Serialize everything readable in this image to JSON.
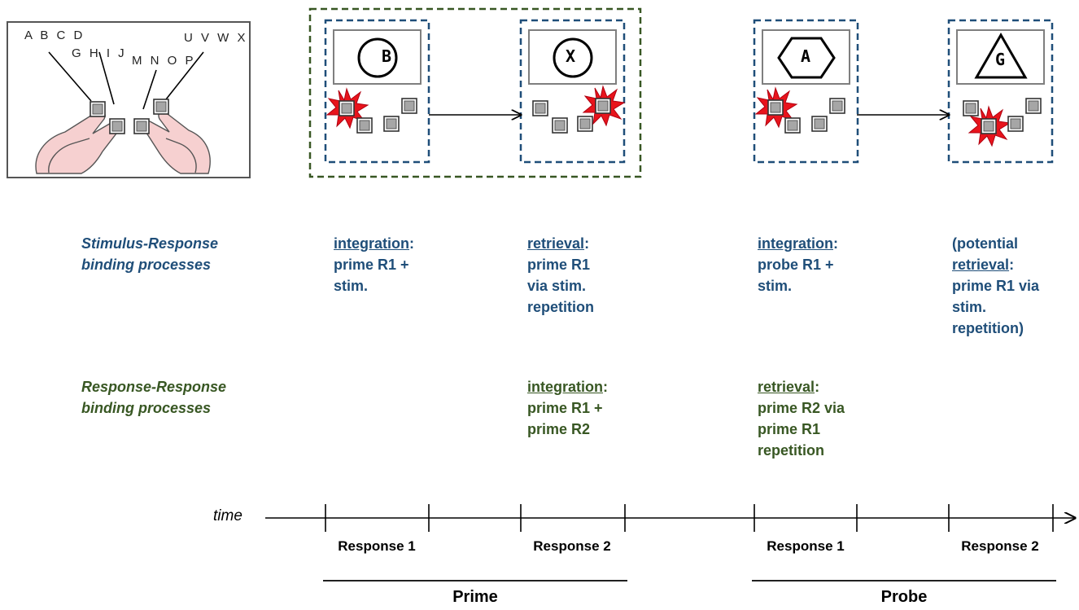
{
  "keyboard_panel": {
    "groups": [
      "A B C D",
      "G H I J",
      "M N O P",
      "U V W X"
    ]
  },
  "trials": [
    {
      "id": "prime-r1",
      "stimulus_letter": "B",
      "stimulus_shape": "circle"
    },
    {
      "id": "prime-r2",
      "stimulus_letter": "X",
      "stimulus_shape": "circle"
    },
    {
      "id": "probe-r1",
      "stimulus_letter": "A",
      "stimulus_shape": "hexagon"
    },
    {
      "id": "probe-r2",
      "stimulus_letter": "G",
      "stimulus_shape": "triangle"
    }
  ],
  "rows": {
    "sr_label": [
      "Stimulus-Response",
      "binding processes"
    ],
    "rr_label": [
      "Response-Response",
      "binding processes"
    ]
  },
  "sr": {
    "c1": {
      "head": "integration",
      "punct": ":",
      "lines": [
        "prime R1 +",
        "stim."
      ]
    },
    "c2": {
      "head": "retrieval",
      "punct": ":",
      "lines": [
        "prime R1",
        "via stim.",
        "repetition"
      ]
    },
    "c3": {
      "head": "integration",
      "punct": ":",
      "lines": [
        "probe R1 +",
        "stim."
      ]
    },
    "c4": {
      "pre": "(potential",
      "head": "retrieval",
      "punct": ":",
      "lines": [
        "prime R1 via",
        "stim.",
        "repetition)"
      ]
    }
  },
  "rr": {
    "c2": {
      "head": "integration",
      "punct": ":",
      "lines": [
        "prime R1 +",
        "prime R2"
      ]
    },
    "c3": {
      "head": "retrieval",
      "punct": ":",
      "lines": [
        "prime R2 via",
        "prime R1",
        "repetition"
      ]
    }
  },
  "timeline": {
    "time_label": "time",
    "responses": [
      "Response 1",
      "Response 2",
      "Response 1",
      "Response 2"
    ],
    "phases": [
      "Prime",
      "Probe"
    ]
  },
  "colors": {
    "sr_blue": "#1f4e79",
    "rr_green": "#385723",
    "flash_red": "#e8141c",
    "key_gray": "#a6a6a6"
  }
}
